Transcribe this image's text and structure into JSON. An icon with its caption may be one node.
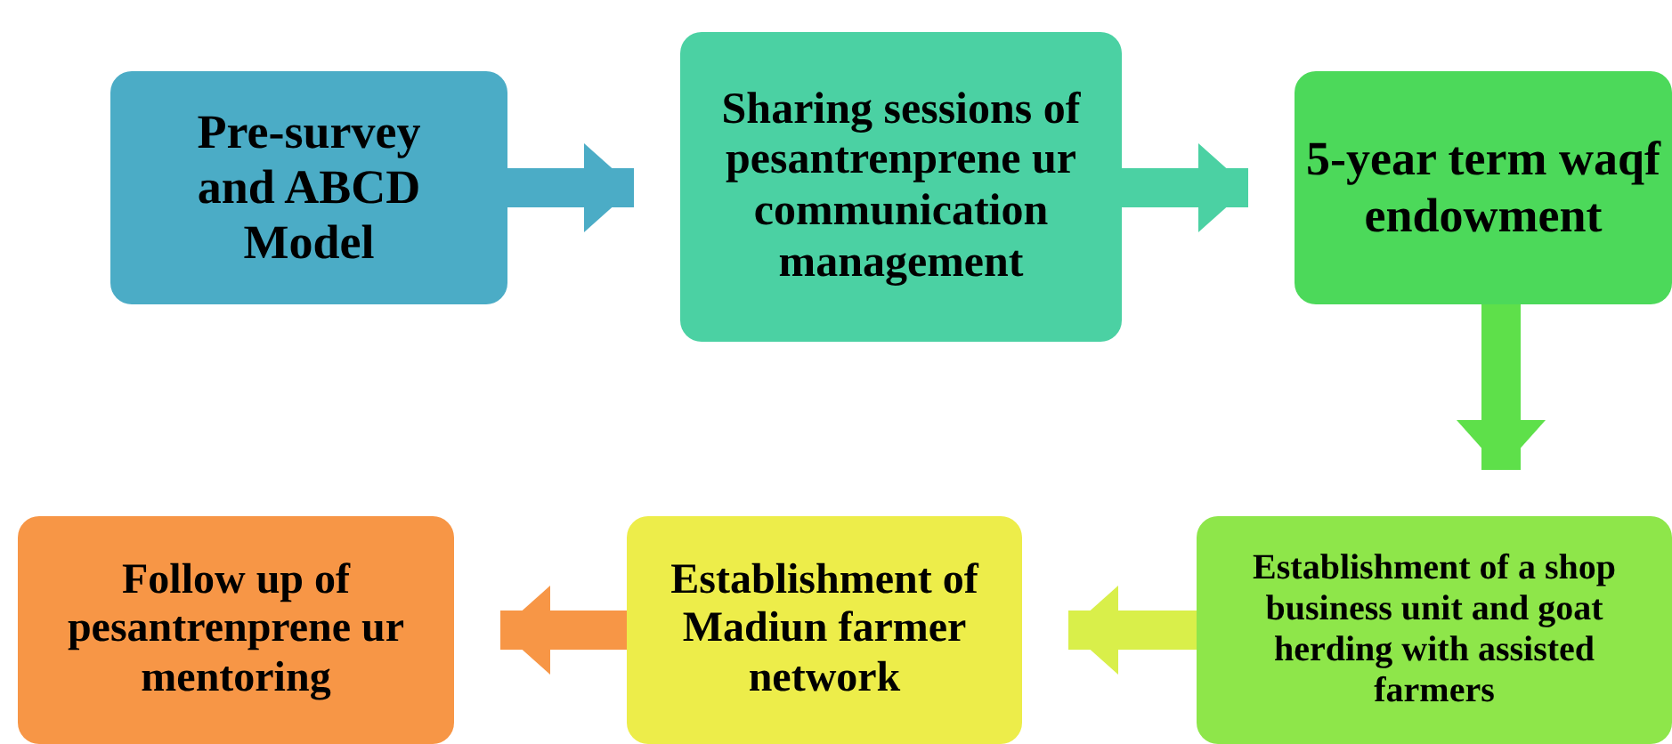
{
  "diagram": {
    "nodes": [
      {
        "text": [
          "Pre-survey and ABCD Model"
        ]
      },
      {
        "text": [
          "Sharing sessions of pesantrenprene ur communication management"
        ]
      },
      {
        "text": [
          "5-year term waqf endowment"
        ]
      },
      {
        "text": [
          "Establishment of a shop business unit and goat herding with assisted farmers"
        ]
      },
      {
        "text": [
          "Establishment of Madiun farmer network"
        ]
      },
      {
        "text": [
          "Follow up of pesantrenprene ur mentoring"
        ]
      }
    ],
    "edges": [
      {
        "from": 0,
        "to": 1,
        "arrow": "to",
        "color": "#4bacc6"
      },
      {
        "from": 1,
        "to": 2,
        "arrow": "to",
        "color": "#4bd1a3"
      },
      {
        "from": 2,
        "to": 3,
        "arrow": "to",
        "color": "#5ee04a"
      },
      {
        "from": 3,
        "to": 4,
        "arrow": "to",
        "color": "#d9ef4a"
      },
      {
        "from": 4,
        "to": 5,
        "arrow": "to",
        "color": "#f79646"
      }
    ]
  }
}
